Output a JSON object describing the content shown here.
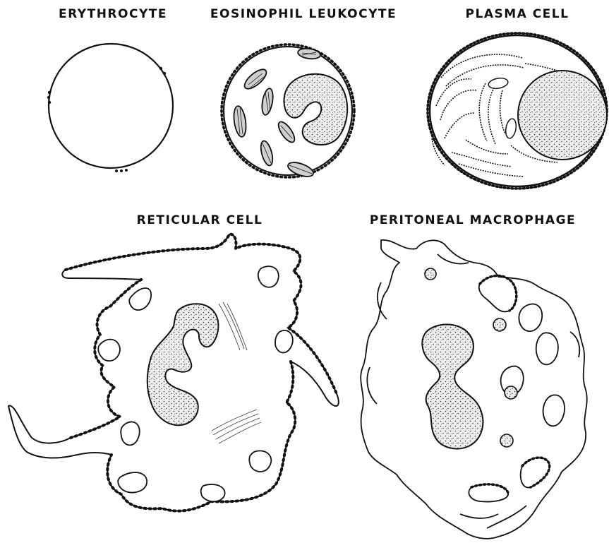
{
  "figure": {
    "cells": [
      {
        "id": "erythrocyte",
        "label": "ERYTHROCYTE"
      },
      {
        "id": "eosinophil",
        "label": "EOSINOPHIL  LEUKOCYTE"
      },
      {
        "id": "plasma",
        "label": "PLASMA  CELL"
      },
      {
        "id": "reticular",
        "label": "RETICULAR  CELL"
      },
      {
        "id": "macrophage",
        "label": "PERITONEAL  MACROPHAGE"
      }
    ],
    "colors": {
      "ink": "#111111",
      "stipple": "#333333",
      "fill": "#e6e6e6",
      "background": "#ffffff"
    }
  }
}
